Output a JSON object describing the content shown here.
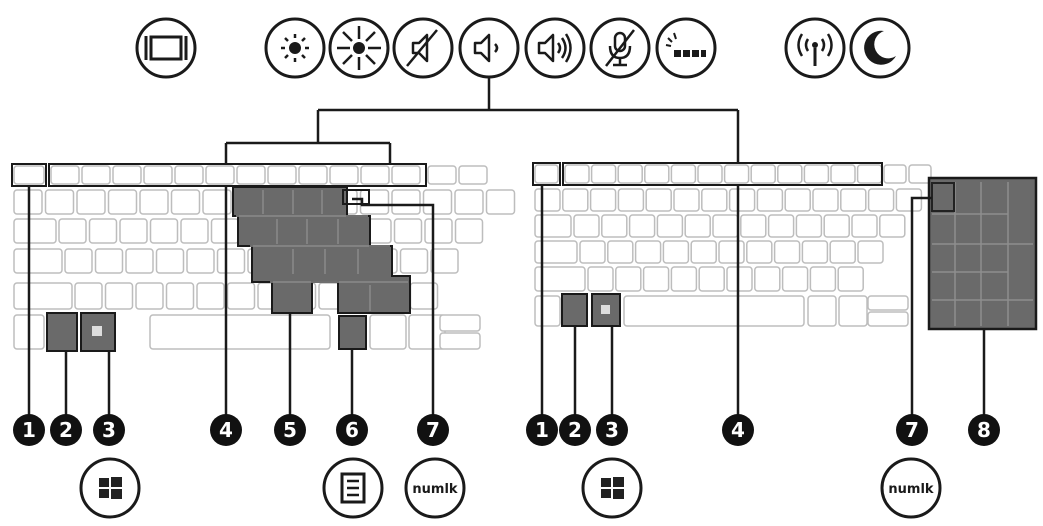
{
  "icons": {
    "screen_switch": "screen-switch-icon",
    "brightness_down": "brightness-down-icon",
    "brightness_up": "brightness-up-icon",
    "mute": "mute-icon",
    "volume_down": "volume-down-icon",
    "volume_up": "volume-up-icon",
    "mic_mute": "mic-mute-icon",
    "keyboard_backlight": "keyboard-backlight-icon",
    "wireless": "wireless-icon",
    "sleep": "sleep-icon",
    "windows": "windows-logo-icon",
    "application_menu": "application-menu-icon"
  },
  "callouts": {
    "left": [
      "1",
      "2",
      "3",
      "4",
      "5",
      "6",
      "7"
    ],
    "right": [
      "1",
      "2",
      "3",
      "4",
      "7",
      "8"
    ]
  },
  "numlk_label": "numlk",
  "colors": {
    "line": "#1a1a1a",
    "key_outline": "#b9b9b9",
    "key_highlight": "#6a6a6a",
    "callout_fill": "#111111"
  }
}
